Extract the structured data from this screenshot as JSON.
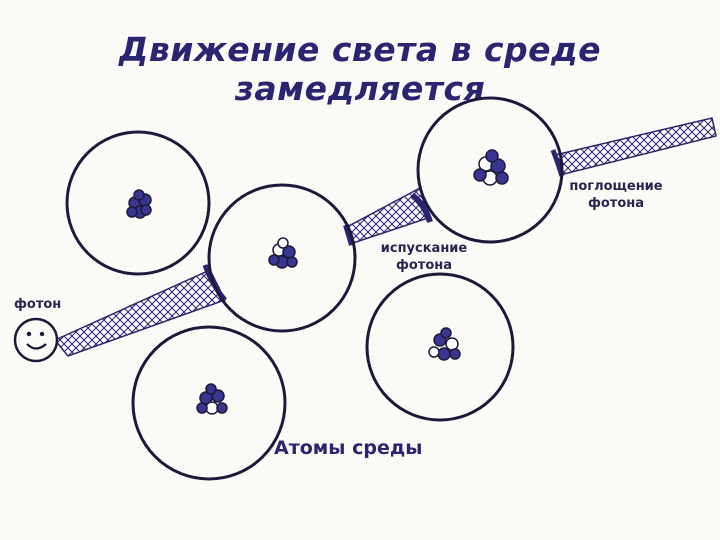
{
  "title": "Движение света в среде замедляется",
  "labels": {
    "photon": "фотон",
    "absorption_line1": "поглощение",
    "absorption_line2": "фотона",
    "emission_line1": "испускание",
    "emission_line2": "фотона",
    "atoms": "Атомы среды"
  },
  "colors": {
    "ink": "#2b2470",
    "nucleus": "#3a3590",
    "background": "#fbfaf6"
  },
  "icons": [
    "smiley-face-icon"
  ]
}
